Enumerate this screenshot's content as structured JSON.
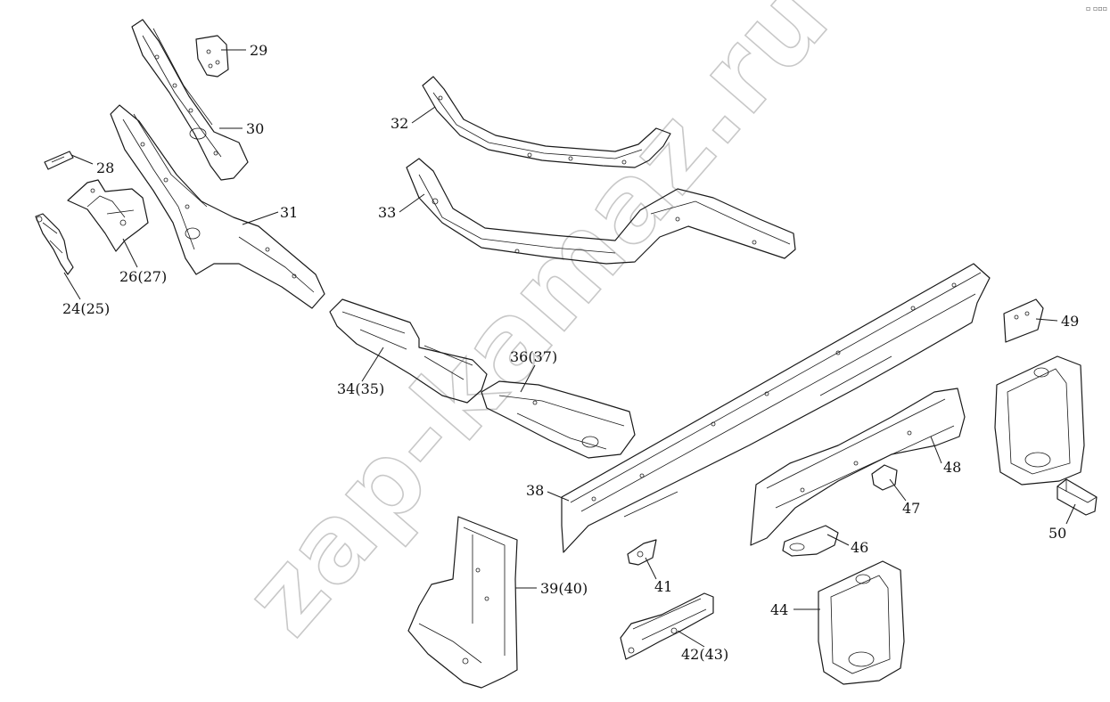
{
  "watermark": "zap-kamaz.ru",
  "corner_mark": "▫ ▫▫▫",
  "callouts": {
    "c24": "24(25)",
    "c26": "26(27)",
    "c28": "28",
    "c29": "29",
    "c30": "30",
    "c31": "31",
    "c32": "32",
    "c33": "33",
    "c34": "34(35)",
    "c36": "36(37)",
    "c38": "38",
    "c39": "39(40)",
    "c41": "41",
    "c42": "42(43)",
    "c44": "44",
    "c46": "46",
    "c47": "47",
    "c48": "48",
    "c49": "49",
    "c50": "50"
  }
}
